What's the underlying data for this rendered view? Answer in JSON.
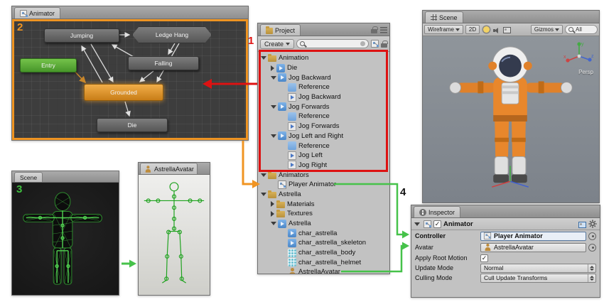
{
  "badges": {
    "one": "1",
    "two": "2",
    "three": "3",
    "four": "4"
  },
  "animator": {
    "tab": "Animator",
    "states": {
      "jumping": "Jumping",
      "ledge_hang": "Ledge Hang",
      "falling": "Falling",
      "entry": "Entry",
      "grounded": "Grounded",
      "die": "Die"
    }
  },
  "project": {
    "tab": "Project",
    "create_label": "Create",
    "tree": [
      {
        "label": "Animation",
        "icon": "folder"
      },
      {
        "label": "Die",
        "icon": "model"
      },
      {
        "label": "Jog Backward",
        "icon": "model"
      },
      {
        "label": "Reference",
        "icon": "reference"
      },
      {
        "label": "Jog Backward",
        "icon": "animation-clip"
      },
      {
        "label": "Jog Forwards",
        "icon": "model"
      },
      {
        "label": "Reference",
        "icon": "reference"
      },
      {
        "label": "Jog Forwards",
        "icon": "animation-clip"
      },
      {
        "label": "Jog Left and Right",
        "icon": "model"
      },
      {
        "label": "Reference",
        "icon": "reference"
      },
      {
        "label": "Jog Left",
        "icon": "animation-clip"
      },
      {
        "label": "Jog Right",
        "icon": "animation-clip"
      },
      {
        "label": "Animators",
        "icon": "folder"
      },
      {
        "label": "Player Animator",
        "icon": "animator-controller"
      },
      {
        "label": "Astrella",
        "icon": "folder"
      },
      {
        "label": "Materials",
        "icon": "folder"
      },
      {
        "label": "Textures",
        "icon": "folder"
      },
      {
        "label": "Astrella",
        "icon": "model"
      },
      {
        "label": "char_astrella",
        "icon": "model"
      },
      {
        "label": "char_astrella_skeleton",
        "icon": "model"
      },
      {
        "label": "char_astrella_body",
        "icon": "mesh"
      },
      {
        "label": "char_astrella_helmet",
        "icon": "mesh"
      },
      {
        "label": "AstrellaAvatar",
        "icon": "avatar"
      }
    ]
  },
  "scene_small": {
    "tab": "Scene"
  },
  "avatar_preview": {
    "title": "AstrellaAvatar"
  },
  "scene_large": {
    "tab": "Scene",
    "render_mode": "Wireframe",
    "toggle_2d": "2D",
    "gizmos_label": "Gizmos",
    "search_label": "All",
    "persp_label": "Persp",
    "axis": {
      "x": "x",
      "y": "y",
      "z": "z"
    }
  },
  "inspector": {
    "tab": "Inspector",
    "component": "Animator",
    "checkmark": "✓",
    "controller_label": "Controller",
    "controller_value": "Player Animator",
    "avatar_label": "Avatar",
    "avatar_value": "AstrellaAvatar",
    "apply_root_motion_label": "Apply Root Motion",
    "update_mode_label": "Update Mode",
    "update_mode_value": "Normal",
    "culling_mode_label": "Culling Mode",
    "culling_mode_value": "Cull Update Transforms"
  },
  "colors": {
    "highlight_orange": "#ee9422",
    "highlight_red": "#dd1111",
    "highlight_green": "#46c24a",
    "state_active": "#d8881f",
    "state_entry": "#5aa93a"
  }
}
